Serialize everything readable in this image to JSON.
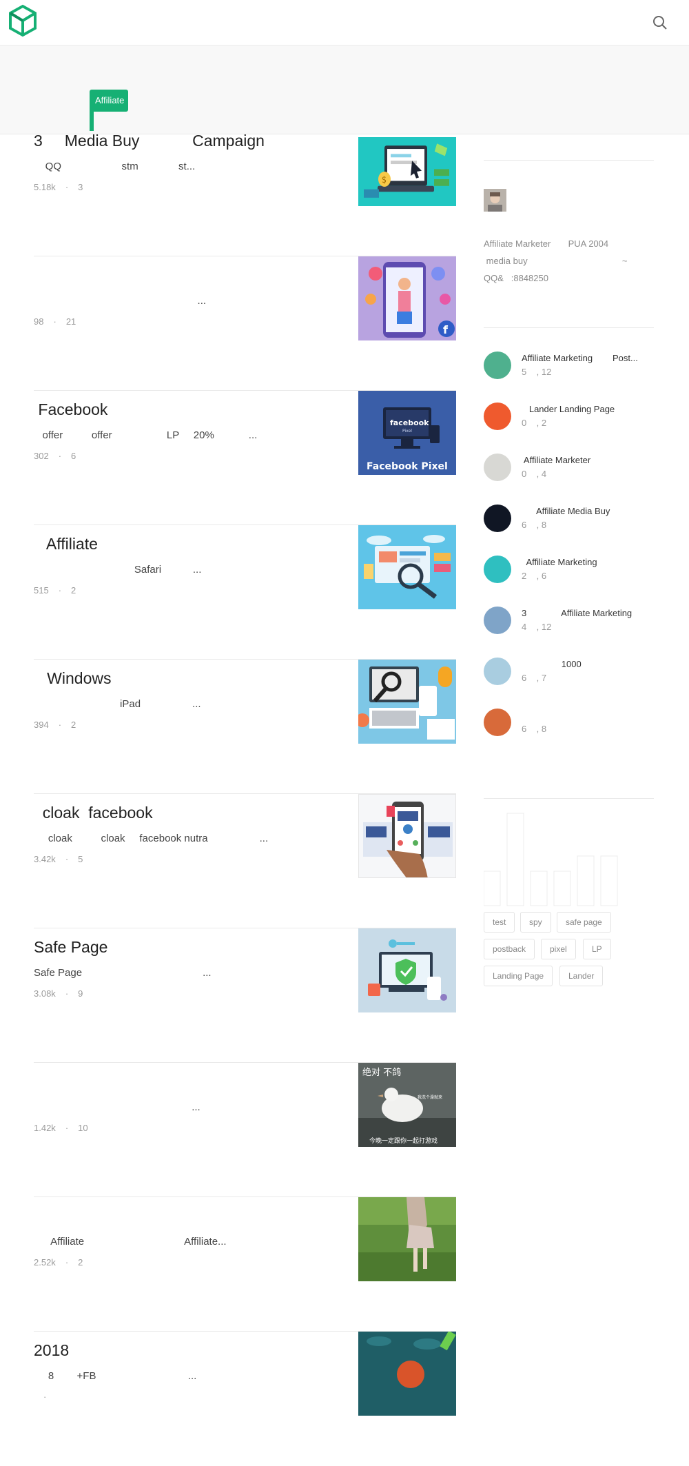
{
  "header": {
    "logo_icon": "cube-logo-icon",
    "search_icon": "search-icon",
    "category_badge": "Affiliate",
    "accent": "#16b074"
  },
  "articles": [
    {
      "title": "3     Media Buy            Campaign",
      "excerpt": "    QQ                     stm              st...",
      "views": "5.18k",
      "comments": "3"
    },
    {
      "title": "",
      "excerpt": "                                                         ...",
      "views": "98",
      "comments": "21"
    },
    {
      "title": " Facebook",
      "excerpt": "   offer          offer                   LP     20%            ...",
      "views": "302",
      "comments": "6"
    },
    {
      "title": "   Affiliate",
      "excerpt": "                                   Safari           ...",
      "views": "515",
      "comments": "2"
    },
    {
      "title": "   Windows",
      "excerpt": "                              iPad                  ...",
      "views": "394",
      "comments": "2"
    },
    {
      "title": "  cloak  facebook",
      "excerpt": "     cloak          cloak     facebook nutra                  ...",
      "views": "3.42k",
      "comments": "5"
    },
    {
      "title": "Safe Page",
      "excerpt": "Safe Page                                          ...",
      "views": "3.08k",
      "comments": "9"
    },
    {
      "title": "",
      "excerpt": "                                                       ...",
      "views": "1.42k",
      "comments": "10"
    },
    {
      "title": "",
      "excerpt": "      Affiliate                                   Affiliate...",
      "views": "2.52k",
      "comments": "2"
    },
    {
      "title": "2018",
      "excerpt": "     8        +FB                                ...",
      "views": "",
      "comments": ""
    }
  ],
  "thumb_overlay": {
    "text_top": "绝对 不鸽",
    "text_mid": "我洗个澡就来",
    "text_bottom": "今晚一定跟你一起打游戏",
    "facebook_word": "facebook",
    "pixel_word": "Pixel",
    "facebook_pixel": "Facebook Pixel"
  },
  "profile": {
    "line1": "Affiliate Marketer       PUA 2004",
    "line2": " media buy                                      ~",
    "line3": "QQ&   :8848250"
  },
  "related": [
    {
      "title": "Affiliate Marketing        Post...",
      "stats": "5    , 12"
    },
    {
      "title": "   Lander Landing Page",
      "stats": "0    , 2"
    },
    {
      "title": " Affiliate Marketer",
      "stats": "0    , 4"
    },
    {
      "title": "      Affiliate Media Buy",
      "stats": "6    , 8"
    },
    {
      "title": "  Affiliate Marketing",
      "stats": "2    , 6"
    },
    {
      "title": "3              Affiliate Marketing",
      "stats": "4    , 12"
    },
    {
      "title": "                1000",
      "stats": "6    , 7"
    },
    {
      "title": "",
      "stats": "6    , 8"
    }
  ],
  "tags": [
    "test",
    "spy",
    "safe page",
    "postback",
    "pixel",
    "LP",
    "Landing Page",
    "Lander"
  ]
}
